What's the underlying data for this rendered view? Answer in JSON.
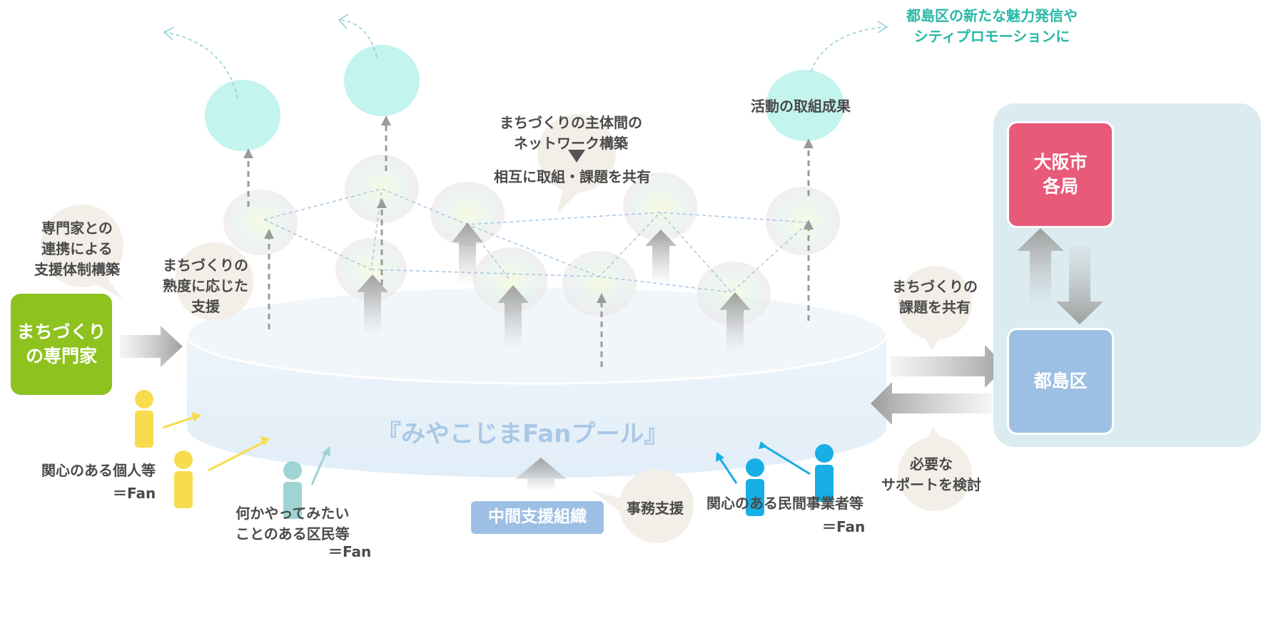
{
  "title_main": "『みやこじまFanプール』",
  "top_right_note": "都島区の新たな魅力発信や\nシティプロモーションに",
  "expert_box": "まちづくり\nの専門家",
  "expert_bubble": "専門家との\n連携による\n支援体制構築",
  "maturity_bubble": "まちづくりの\n熟度に応じた\n支援",
  "network_bubble_title": "まちづくりの主体間の\nネットワーク構築",
  "network_bubble_sub": "相互に取組・課題を共有",
  "activity_result": "活動の取組成果",
  "osaka_box": "大阪市\n各局",
  "miyakojima_box": "都島区",
  "share_issue_bubble": "まちづくりの\n課題を共有",
  "support_bubble": "必要な\nサポートを検討",
  "individual_label": "関心のある個人等",
  "individual_fan": "＝Fan",
  "resident_label": "何かやってみたい\nことのある区民等",
  "resident_fan": "＝Fan",
  "business_label": "関心のある民間事業者等",
  "business_fan": "＝Fan",
  "intermediate_box": "中間支援組織",
  "admin_support": "事務支援",
  "colors": {
    "expert_green": "#8dc21f",
    "osaka_pink": "#e8597a",
    "miyakojima_blue": "#9dbfe3",
    "panel_bg": "#dcebf0",
    "teal_text": "#27b9a6",
    "person_yellow": "#f7dd4e",
    "person_teal": "#9fd4d4",
    "person_blue": "#18aee6",
    "intermediate_blue": "#9dbfe3"
  }
}
